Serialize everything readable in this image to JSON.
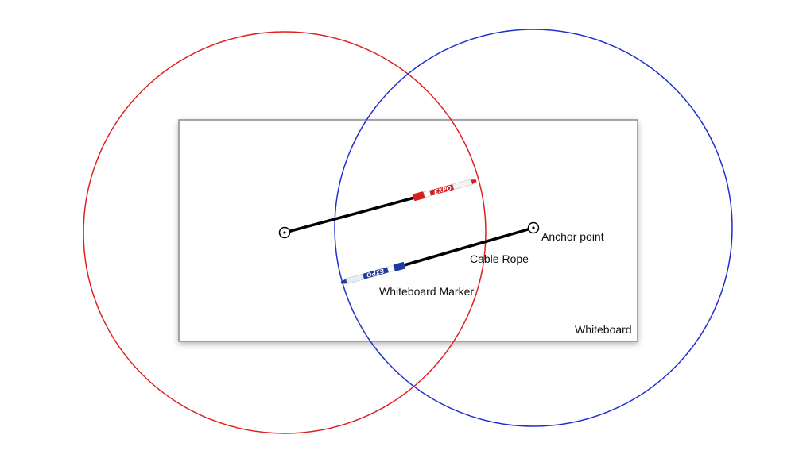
{
  "labels": {
    "anchor_point": "Anchor point",
    "cable_rope": "Cable Rope",
    "whiteboard_marker": "Whiteboard Marker",
    "whiteboard": "Whiteboard"
  },
  "markers": {
    "red_brand": "EXPO",
    "blue_brand": "EXPO"
  },
  "colors": {
    "red_circle": "#e02020",
    "blue_circle": "#1f2fd0",
    "board_border": "#8a8a8a",
    "rope": "#000000",
    "marker_red": "#d42020",
    "marker_blue": "#1f3a9a"
  }
}
